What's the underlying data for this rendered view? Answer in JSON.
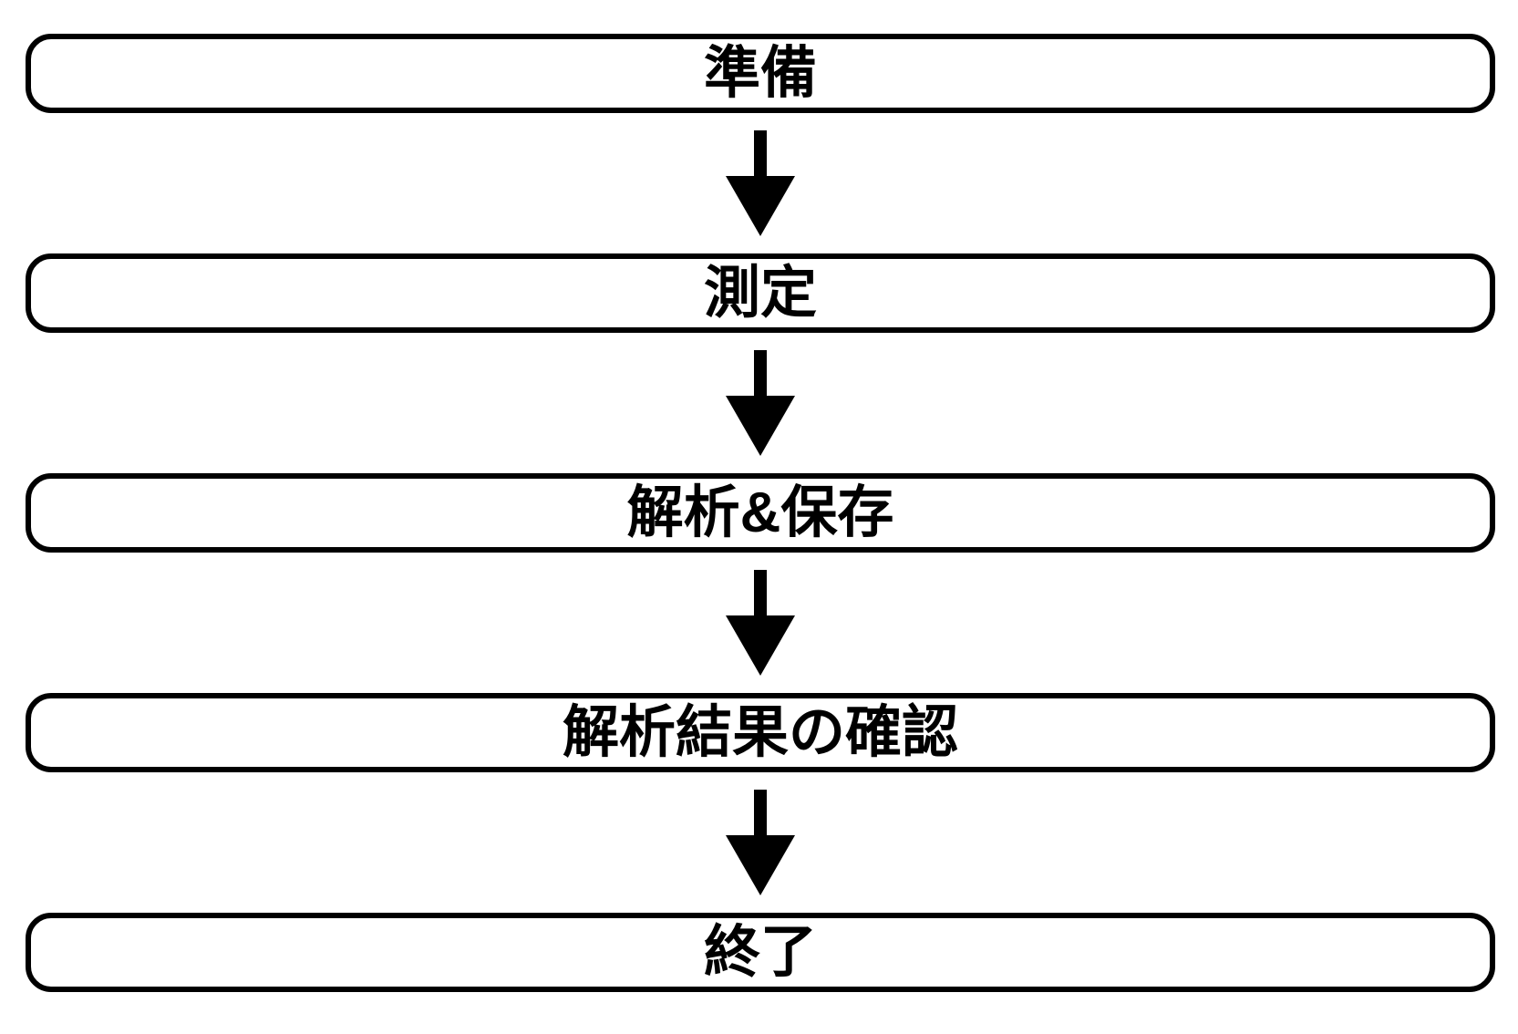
{
  "diagram": {
    "type": "flowchart",
    "direction": "top-down",
    "colors": {
      "background": "#ffffff",
      "stroke": "#000000",
      "text": "#000000"
    },
    "nodes": [
      {
        "id": "step-1",
        "label": "準備"
      },
      {
        "id": "step-2",
        "label": "測定"
      },
      {
        "id": "step-3",
        "label": "解析&保存"
      },
      {
        "id": "step-4",
        "label": "解析結果の確認"
      },
      {
        "id": "step-5",
        "label": "終了"
      }
    ],
    "connectors": [
      {
        "from": "step-1",
        "to": "step-2",
        "icon": "arrow-down-icon"
      },
      {
        "from": "step-2",
        "to": "step-3",
        "icon": "arrow-down-icon"
      },
      {
        "from": "step-3",
        "to": "step-4",
        "icon": "arrow-down-icon"
      },
      {
        "from": "step-4",
        "to": "step-5",
        "icon": "arrow-down-icon"
      }
    ]
  }
}
